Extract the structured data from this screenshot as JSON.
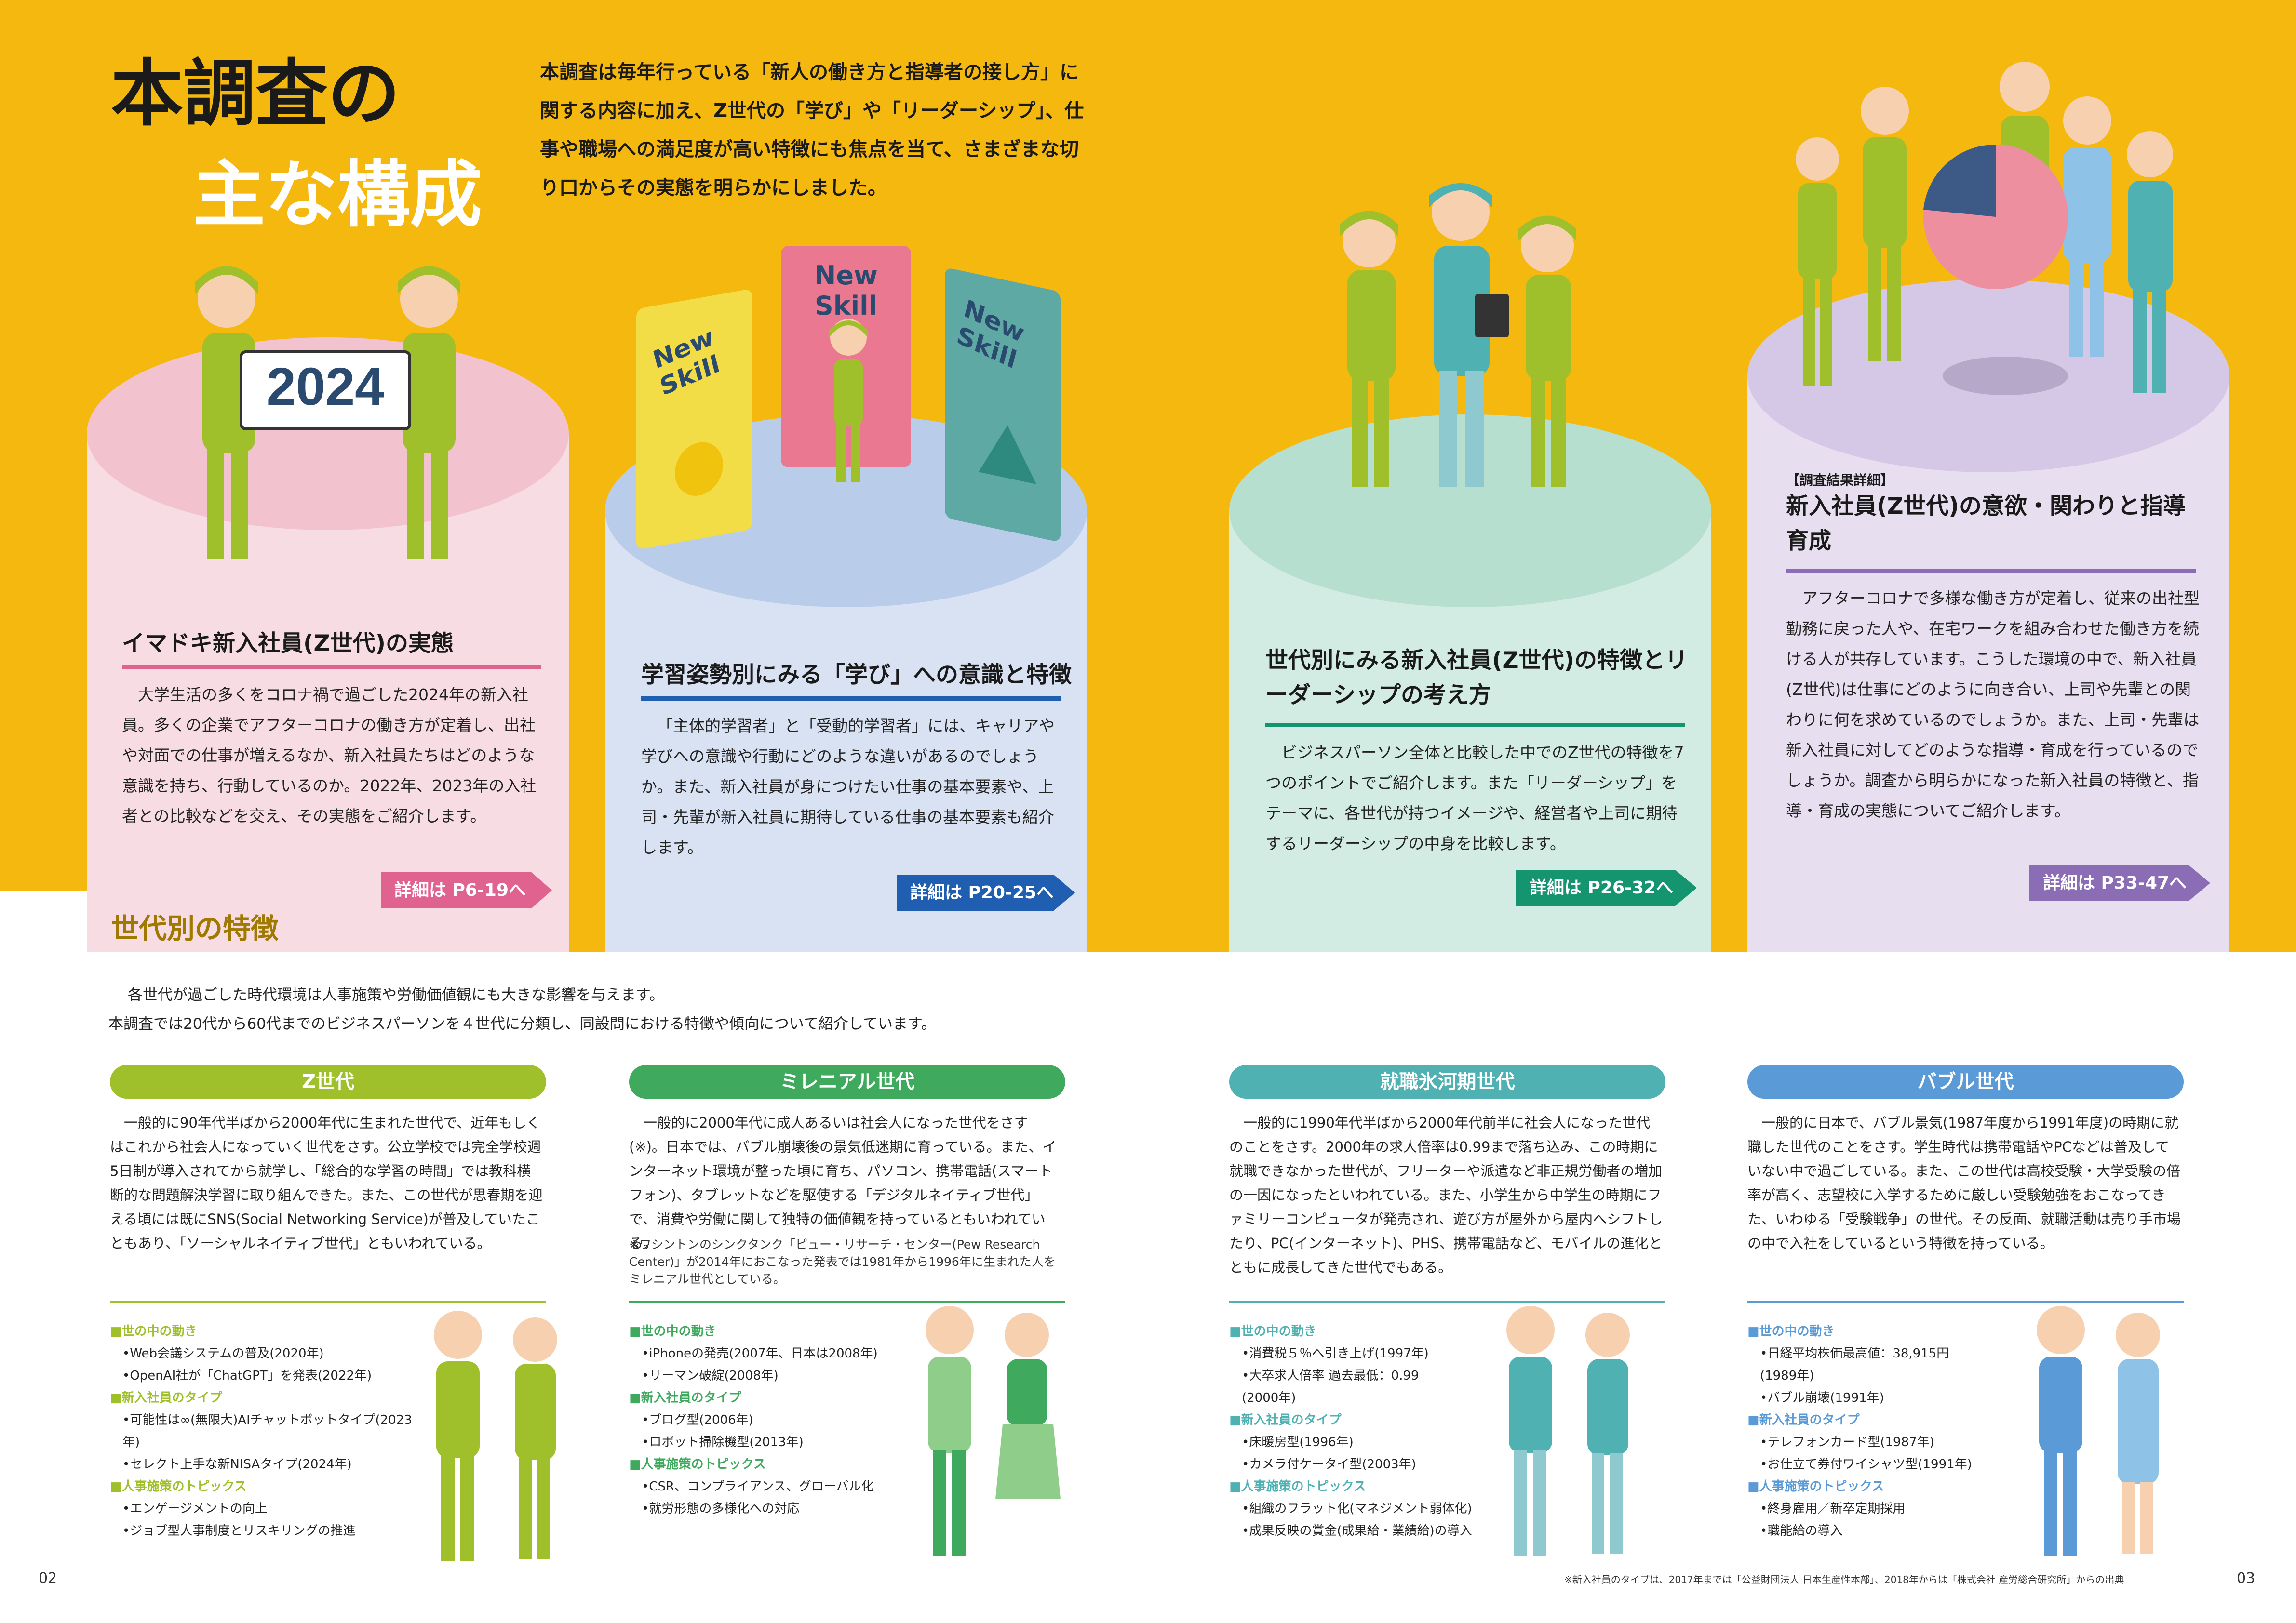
{
  "header": {
    "title_line1": "本調査の",
    "title_line2": "主な構成",
    "intro": "本調査は毎年行っている「新人の働き方と指導者の接し方」に関する内容に加え、Z世代の「学び」や「リーダーシップ」、仕事や職場への満足度が高い特徴にも焦点を当て、さまざまな切り口からその実態を明らかにしました。"
  },
  "illustrations": {
    "sign_text": "2024",
    "card_text": "New Skill"
  },
  "sections": [
    {
      "heading": "イマドキ新入社員(Z世代)の実態",
      "body": "大学生活の多くをコロナ禍で過ごした2024年の新入社員。多くの企業でアフターコロナの働き方が定着し、出社や対面での仕事が増えるなか、新入社員たちはどのような意識を持ち、行動しているのか。2022年、2023年の入社者との比較などを交え、その実態をご紹介します。",
      "detail": "詳細は P6-19へ",
      "color": "#e0638f"
    },
    {
      "heading": "学習姿勢別にみる「学び」への意識と特徴",
      "body": "「主体的学習者」と「受動的学習者」には、キャリアや学びへの意識や行動にどのような違いがあるのでしょうか。また、新入社員が身につけたい仕事の基本要素や、上司・先輩が新入社員に期待している仕事の基本要素も紹介します。",
      "detail": "詳細は P20-25へ",
      "color": "#1f5eb0"
    },
    {
      "heading": "世代別にみる新入社員(Z世代)の特徴とリーダーシップの考え方",
      "body": "ビジネスパーソン全体と比較した中でのZ世代の特徴を7つのポイントでご紹介します。また「リーダーシップ」をテーマに、各世代が持つイメージや、経営者や上司に期待するリーダーシップの中身を比較します。",
      "detail": "詳細は P26-32へ",
      "color": "#14946f"
    },
    {
      "tag": "【調査結果詳細】",
      "heading": "新入社員(Z世代)の意欲・関わりと指導育成",
      "body": "アフターコロナで多様な働き方が定着し、従来の出社型勤務に戻った人や、在宅ワークを組み合わせた働き方を続ける人が共存しています。こうした環境の中で、新入社員(Z世代)は仕事にどのように向き合い、上司や先輩との関わりに何を求めているのでしょうか。また、上司・先輩は新入社員に対してどのような指導・育成を行っているのでしょうか。調査から明らかになった新入社員の特徴と、指導・育成の実態についてご紹介します。",
      "detail": "詳細は P33-47へ",
      "color": "#8a6db5"
    }
  ],
  "generations": {
    "title": "世代別の特徴",
    "intro_line1": "各世代が過ごした時代環境は人事施策や労働価値観にも大きな影響を与えます。",
    "intro_line2": "本調査では20代から60代までのビジネスパーソンを４世代に分類し、同設問における特徴や傾向について紹介しています。",
    "items": [
      {
        "name": "Z世代",
        "color": "#9fc02a",
        "desc": "一般的に90年代半ばから2000年代に生まれた世代で、近年もしくはこれから社会人になっていく世代をさす。公立学校では完全学校週5日制が導入されてから就学し、「総合的な学習の時間」では教科横断的な問題解決学習に取り組んできた。また、この世代が思春期を迎える頃には既にSNS(Social Networking Service)が普及していたこともあり、「ソーシャルネイティブ世代」ともいわれている。",
        "note": "",
        "lists": [
          {
            "heading": "■世の中の動き",
            "items": [
              "•Web会議システムの普及(2020年)",
              "•OpenAI社が「ChatGPT」を発表(2022年)"
            ]
          },
          {
            "heading": "■新入社員のタイプ",
            "items": [
              "•可能性は∞(無限大)AIチャットボットタイプ(2023年)",
              "•セレクト上手な新NISAタイプ(2024年)"
            ]
          },
          {
            "heading": "■人事施策のトピックス",
            "items": [
              "•エンゲージメントの向上",
              "•ジョブ型人事制度とリスキリングの推進"
            ]
          }
        ]
      },
      {
        "name": "ミレニアル世代",
        "color": "#3fa95e",
        "desc": "一般的に2000年代に成人あるいは社会人になった世代をさす(※)。日本では、バブル崩壊後の景気低迷期に育っている。また、インターネット環境が整った頃に育ち、パソコン、携帯電話(スマートフォン)、タブレットなどを駆使する「デジタルネイティブ世代」で、消費や労働に関して独特の価値観を持っているともいわれている。",
        "note": "※ワシントンのシンクタンク「ピュー・リサーチ・センター(Pew Research Center)」が2014年におこなった発表では1981年から1996年に生まれた人をミレニアル世代としている。",
        "lists": [
          {
            "heading": "■世の中の動き",
            "items": [
              "•iPhoneの発売(2007年、日本は2008年)",
              "•リーマン破綻(2008年)"
            ]
          },
          {
            "heading": "■新入社員のタイプ",
            "items": [
              "•ブログ型(2006年)",
              "•ロボット掃除機型(2013年)"
            ]
          },
          {
            "heading": "■人事施策のトピックス",
            "items": [
              "•CSR、コンプライアンス、グローバル化",
              "•就労形態の多様化への対応"
            ]
          }
        ]
      },
      {
        "name": "就職氷河期世代",
        "color": "#4fb1b1",
        "desc": "一般的に1990年代半ばから2000年代前半に社会人になった世代のことをさす。2000年の求人倍率は0.99まで落ち込み、この時期に就職できなかった世代が、フリーターや派遣など非正規労働者の増加の一因になったといわれている。また、小学生から中学生の時期にファミリーコンピュータが発売され、遊び方が屋外から屋内へシフトしたり、PC(インターネット)、PHS、携帯電話など、モバイルの進化とともに成長してきた世代でもある。",
        "note": "",
        "lists": [
          {
            "heading": "■世の中の動き",
            "items": [
              "•消費税５％へ引き上げ(1997年)",
              "•大卒求人倍率 過去最低：0.99",
              "(2000年)"
            ]
          },
          {
            "heading": "■新入社員のタイプ",
            "items": [
              "•床暖房型(1996年)",
              "•カメラ付ケータイ型(2003年)"
            ]
          },
          {
            "heading": "■人事施策のトピックス",
            "items": [
              "•組織のフラット化(マネジメント弱体化)",
              "•成果反映の賞金(成果給・業績給)の導入"
            ]
          }
        ]
      },
      {
        "name": "バブル世代",
        "color": "#5a9ad6",
        "desc": "一般的に日本で、バブル景気(1987年度から1991年度)の時期に就職した世代のことをさす。学生時代は携帯電話やPCなどは普及していない中で過ごしている。また、この世代は高校受験・大学受験の倍率が高く、志望校に入学するために厳しい受験勉強をおこなってきた、いわゆる「受験戦争」の世代。その反面、就職活動は売り手市場の中で入社をしているという特徴を持っている。",
        "note": "",
        "lists": [
          {
            "heading": "■世の中の動き",
            "items": [
              "•日経平均株価最高値：38,915円",
              "(1989年)",
              "•バブル崩壊(1991年)"
            ]
          },
          {
            "heading": "■新入社員のタイプ",
            "items": [
              "•テレフォンカード型(1987年)",
              "•お仕立て券付ワイシャツ型(1991年)"
            ]
          },
          {
            "heading": "■人事施策のトピックス",
            "items": [
              "•終身雇用／新卒定期採用",
              "•職能給の導入"
            ]
          }
        ]
      }
    ]
  },
  "footer": {
    "page_left": "02",
    "page_right": "03",
    "footnote": "※新入社員のタイプは、2017年までは「公益財団法人 日本生産性本部」、2018年からは「株式会社 産労総合研究所」からの出典"
  }
}
